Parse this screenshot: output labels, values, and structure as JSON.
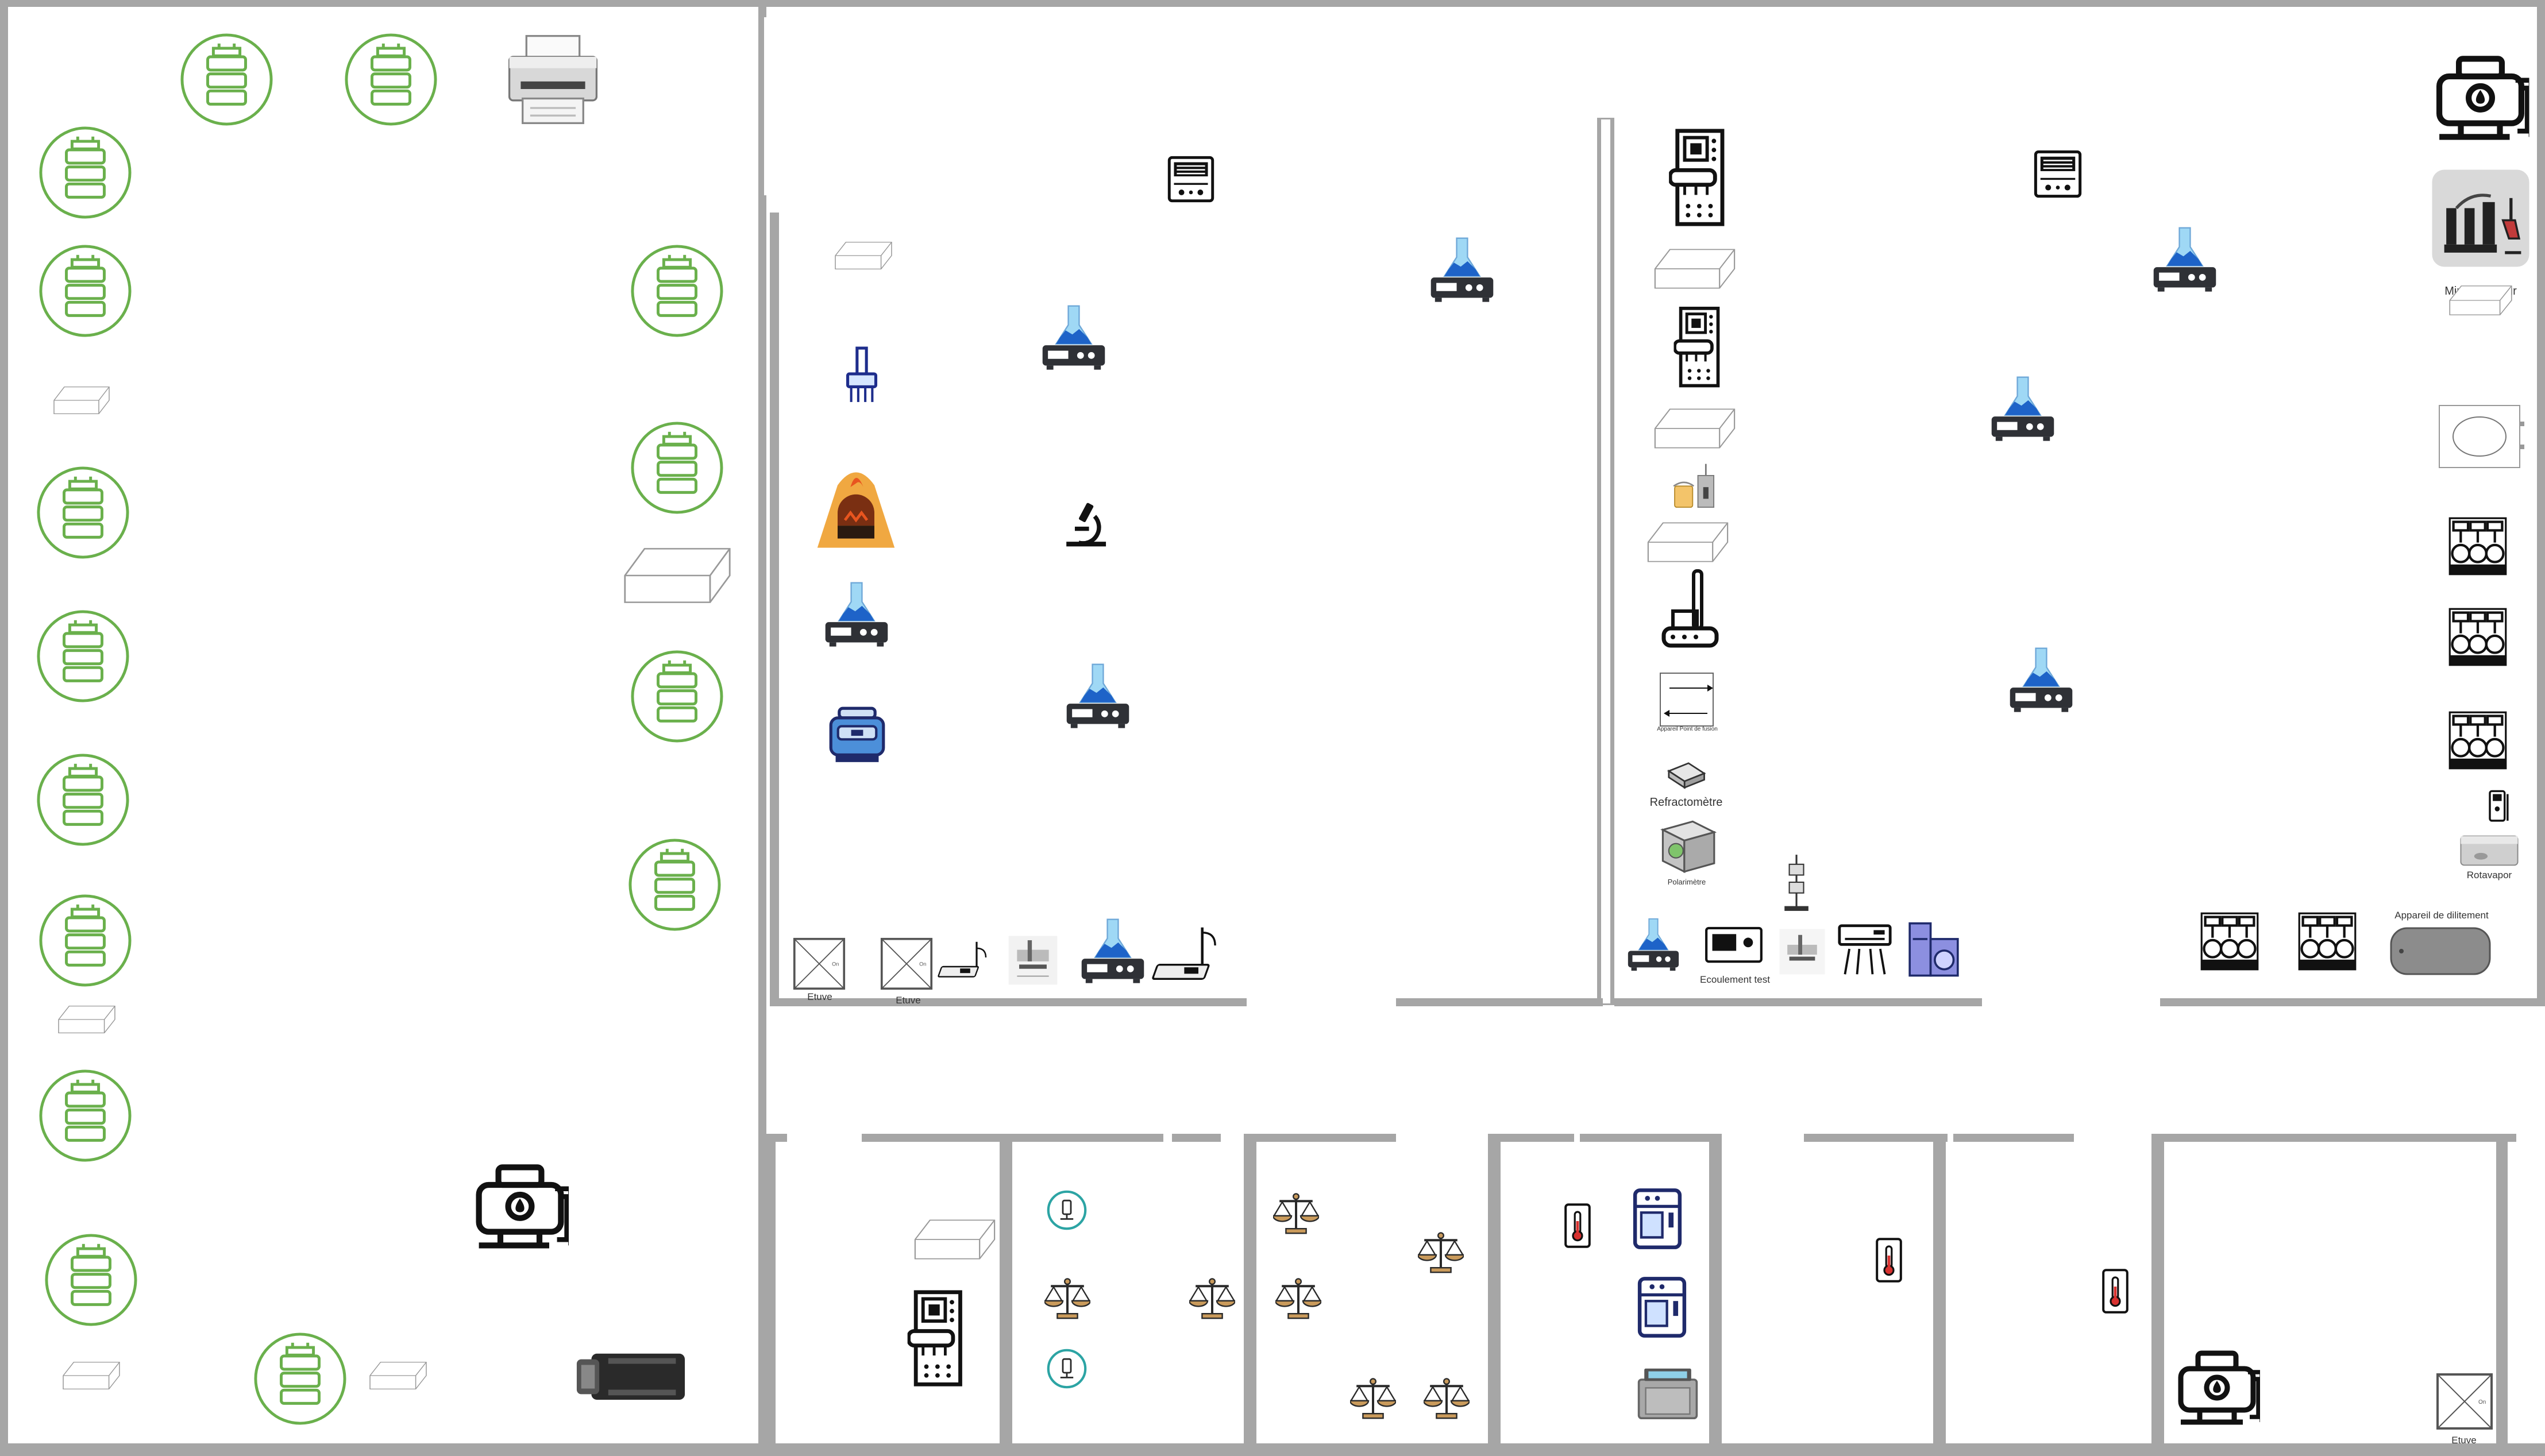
{
  "labels": {
    "mineralisateur": "Minéralisateur",
    "refractometre": "Refractomètre",
    "polarimetre": "Polarimètre",
    "rotavapor": "Rotavapor",
    "appareil_dilitement": "Appareil de dilitement",
    "ecoulement_test": "Ecoulement test",
    "appareil_point_fusion": "Appareil Point de fusion",
    "etuve_1": "Etuve",
    "etuve_2": "Etuve",
    "etuve_3": "Etuve",
    "etuve_door_text": "On"
  },
  "icons": {
    "gas_cylinder_rack": "gas-cylinder-rack-icon",
    "printer": "printer-icon",
    "stirrer": "magnetic-stirrer-icon",
    "microscope": "microscope-icon",
    "furnace": "furnace-icon",
    "water_bath": "water-bath-icon",
    "hplc": "hplc-icon",
    "balance": "balance-icon",
    "distiller": "distiller-icon",
    "fridge": "fridge-icon",
    "thermometer": "thermometer-icon",
    "oven": "oven-icon",
    "hood": "fume-hood-icon",
    "sonicator": "sonicator-icon",
    "washer": "washing-machine-icon",
    "air_conditioner": "air-conditioner-icon",
    "gas_sensor": "gas-sensor-icon",
    "vehicle": "vehicle-icon"
  },
  "colors": {
    "wall": "#a6a6a6",
    "cylinder_green": "#6ab04c",
    "flask_blue": "#1e63c8",
    "flask_light": "#9fd8f5",
    "furnace_orange": "#f0a841",
    "balance_tan": "#c99a5b",
    "navy": "#1f2a6b"
  }
}
